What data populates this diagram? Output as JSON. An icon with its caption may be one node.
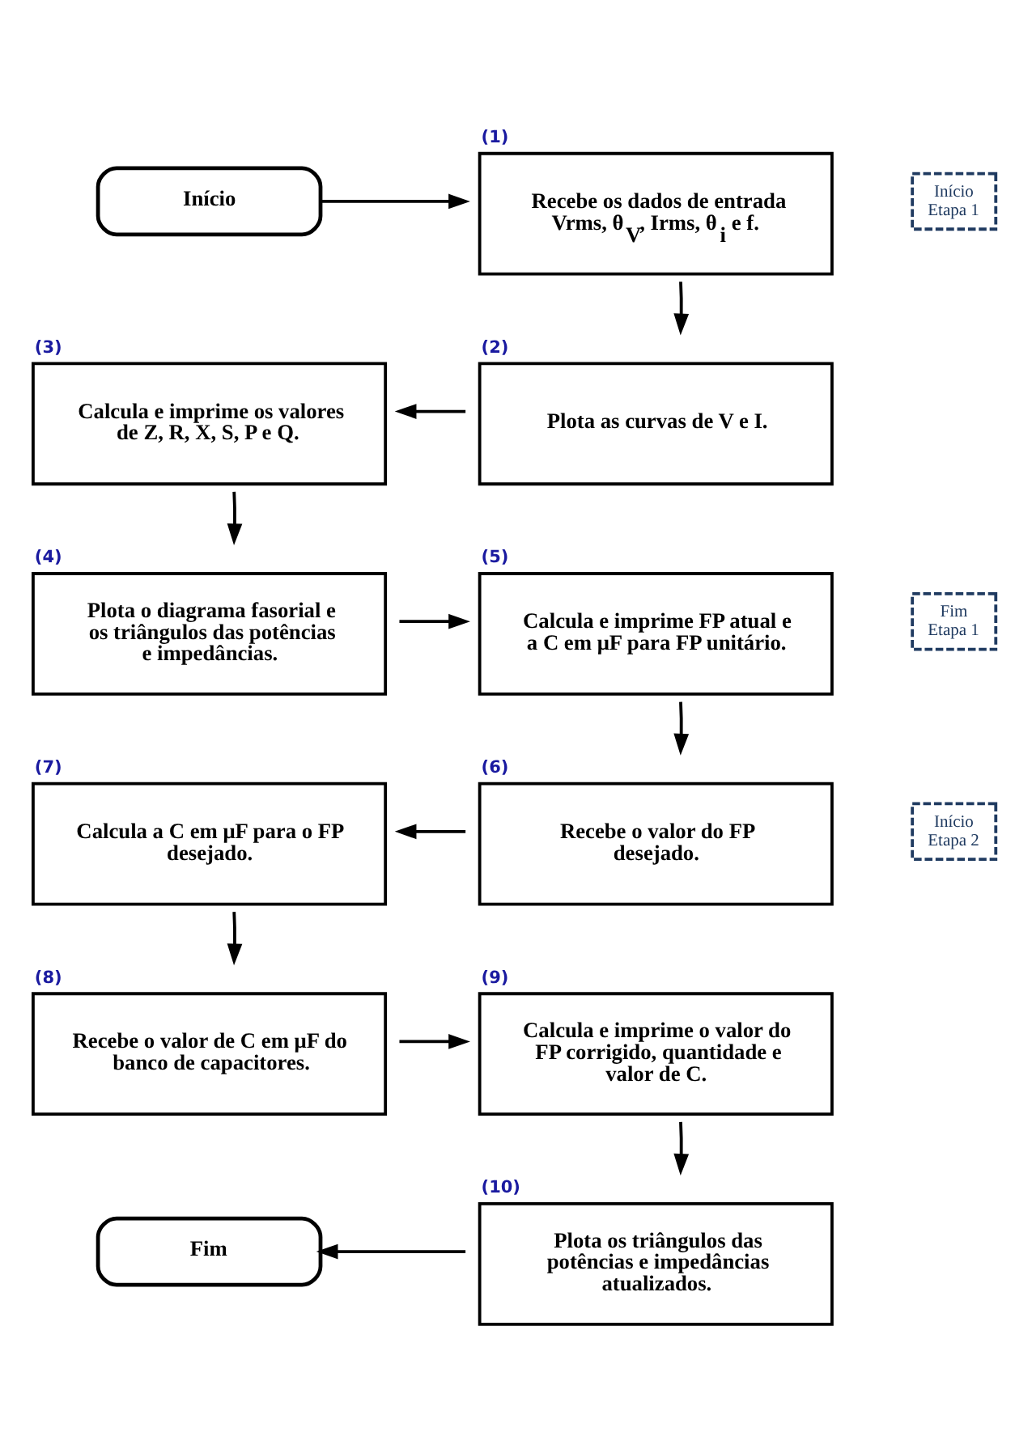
{
  "diagram": {
    "nodes": [
      {
        "text": [
          "Início"
        ]
      },
      {
        "text": [
          "Recebe os dados de entrada Vrms, θ$_{V}$, Irms, θ$_{i}$ e f."
        ],
        "beside": [
          "(1)"
        ]
      },
      {
        "text": [
          "Plota as curvas de V e I."
        ],
        "beside": [
          "(2)"
        ]
      },
      {
        "text": [
          "Calcula e imprime os valores de Z, R, X, S, P e Q."
        ],
        "beside": [
          "(3)"
        ]
      },
      {
        "text": [
          "Plota o diagrama fasorial e os triângulos das potências e impedâncias."
        ],
        "beside": [
          "(4)"
        ]
      },
      {
        "text": [
          "Calcula e imprime FP atual e a C em μF para FP unitário."
        ],
        "beside": [
          "(5)"
        ]
      },
      {
        "text": [
          "Recebe o valor do FP desejado."
        ],
        "beside": [
          "(6)"
        ]
      },
      {
        "text": [
          "Calcula a C em μF para o FP desejado."
        ],
        "beside": [
          "(7)"
        ]
      },
      {
        "text": [
          "Recebe o valor de C em μF do banco de capacitores."
        ],
        "beside": [
          "(8)"
        ]
      },
      {
        "text": [
          "Calcula e imprime o valor do FP corrigido, quantidade e valor de C."
        ],
        "beside": [
          "(9)"
        ]
      },
      {
        "text": [
          "Plota os triângulos das potências e impedâncias atualizados."
        ],
        "beside": [
          "(10)"
        ]
      },
      {
        "text": [
          "Fim"
        ]
      },
      {
        "text": [
          "Início Etapa 1"
        ]
      },
      {
        "text": [
          "Fim Etapa 1"
        ]
      },
      {
        "text": [
          "Início Etapa 2"
        ]
      }
    ],
    "edges": [
      {
        "from": 0,
        "to": 1,
        "arrow": "to"
      },
      {
        "from": 1,
        "to": 2,
        "arrow": "to"
      },
      {
        "from": 2,
        "to": 3,
        "arrow": "to"
      },
      {
        "from": 3,
        "to": 4,
        "arrow": "to"
      },
      {
        "from": 4,
        "to": 5,
        "arrow": "to"
      },
      {
        "from": 5,
        "to": 6,
        "arrow": "to"
      },
      {
        "from": 6,
        "to": 7,
        "arrow": "to"
      },
      {
        "from": 7,
        "to": 8,
        "arrow": "to"
      },
      {
        "from": 8,
        "to": 9,
        "arrow": "to"
      },
      {
        "from": 9,
        "to": 10,
        "arrow": "to"
      },
      {
        "from": 10,
        "to": 11,
        "arrow": "to"
      }
    ]
  }
}
